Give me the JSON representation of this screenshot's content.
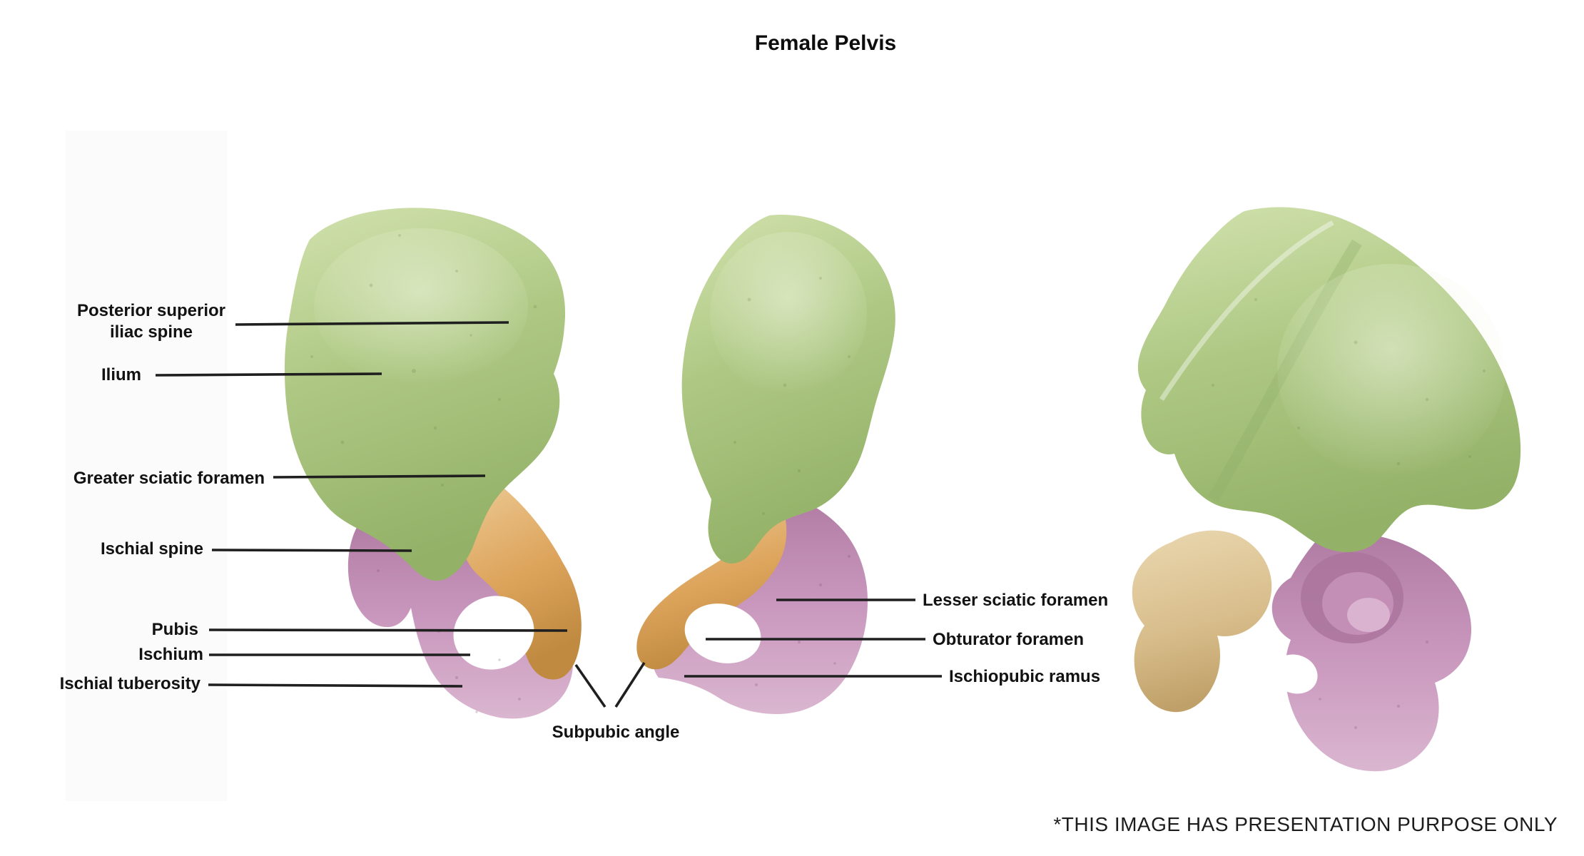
{
  "title": "Female Pelvis",
  "disclaimer": "*THIS IMAGE HAS PRESENTATION PURPOSE ONLY",
  "annotations": {
    "left": [
      "Posterior superior iliac spine",
      "Ilium",
      "Greater sciatic foramen",
      "Ischial spine",
      "Pubis",
      "Ischium",
      "Ischial tuberosity"
    ],
    "right": [
      "Lesser sciatic foramen",
      "Obturator foramen",
      "Ischiopubic ramus"
    ],
    "bottom": "Subpubic angle"
  },
  "figure": {
    "regions": [
      {
        "part": "Ilium",
        "color_key": "green_mid"
      },
      {
        "part": "Ischium",
        "color_key": "pink_mid"
      },
      {
        "part": "Pubis",
        "color_key": "orange_mid"
      }
    ],
    "view_count": 3
  },
  "colors": {
    "green_light": "#d2e2ae",
    "green_mid": "#afc985",
    "green_dark": "#93b167",
    "pink_light": "#dab6d0",
    "pink_mid": "#c997bd",
    "pink_dark": "#b07ba3",
    "orange_light": "#ecca94",
    "orange_mid": "#dda45c",
    "orange_dark": "#c08a41",
    "tan_light": "#ead8b0",
    "tan_mid": "#d8bd8b",
    "tan_dark": "#bfa068",
    "line": "#1f1f1f",
    "label": "#121212",
    "panel": "#fbfbfb"
  }
}
